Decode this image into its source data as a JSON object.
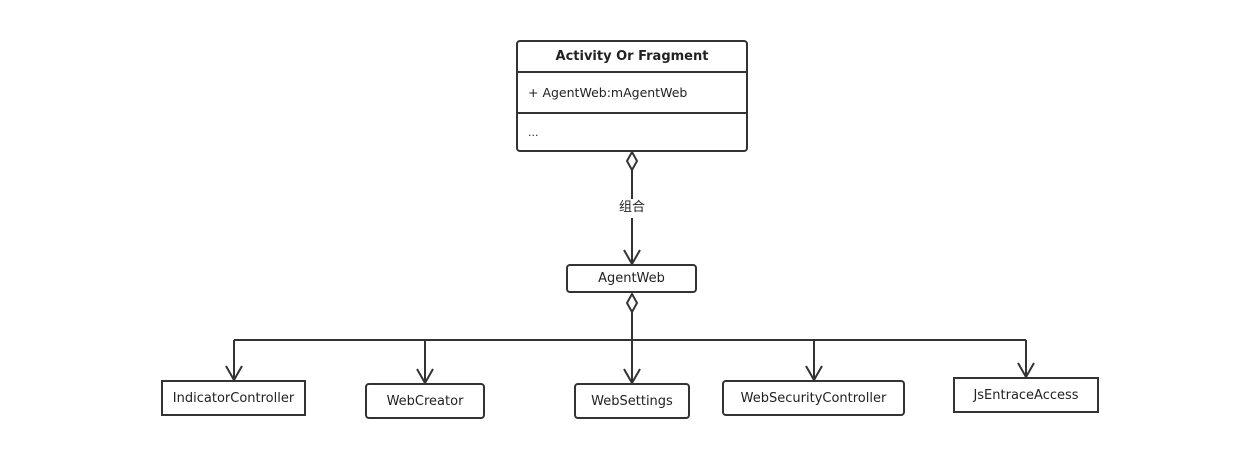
{
  "diagram": {
    "root_class": {
      "name": "Activity Or Fragment",
      "attribute": "+ AgentWeb:mAgentWeb",
      "operations": "..."
    },
    "composition_label": "组合",
    "center_node": "AgentWeb",
    "components": [
      {
        "name": "IndicatorController"
      },
      {
        "name": "WebCreator"
      },
      {
        "name": "WebSettings"
      },
      {
        "name": "WebSecurityController"
      },
      {
        "name": "JsEntraceAccess"
      }
    ],
    "colors": {
      "line": "#333333",
      "background": "#ffffff"
    }
  }
}
